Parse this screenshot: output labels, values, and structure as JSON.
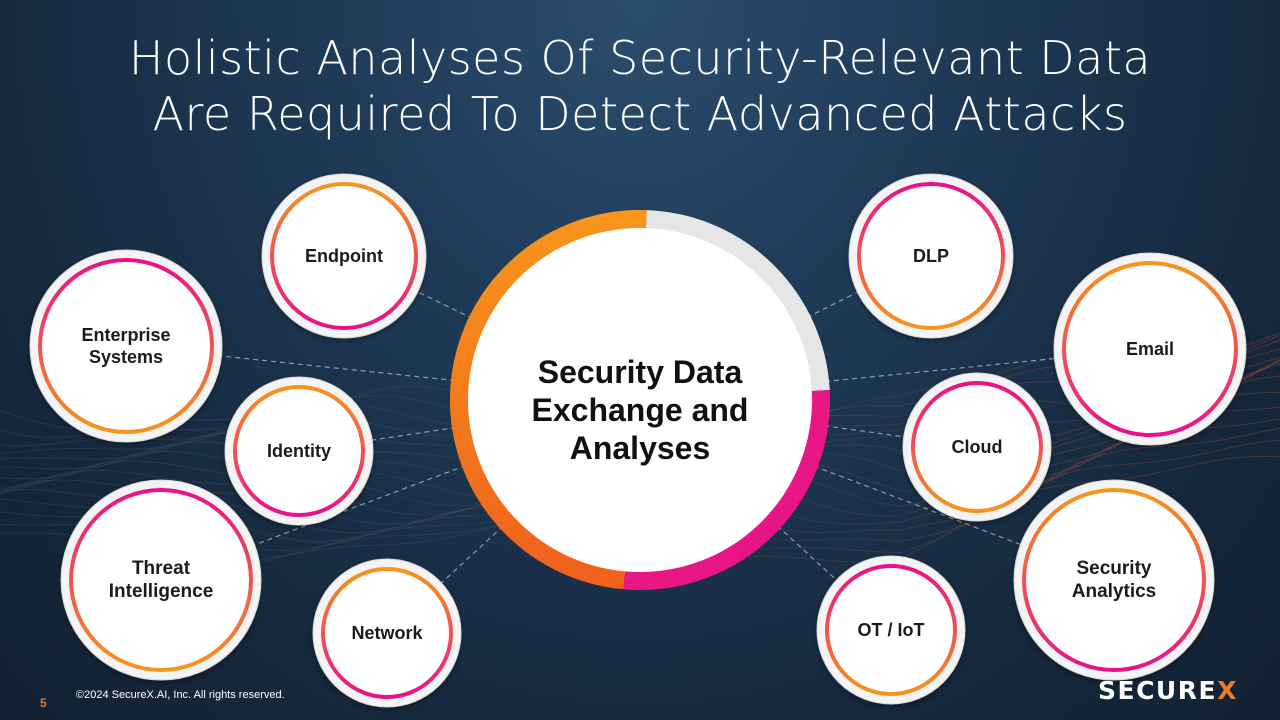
{
  "title": {
    "line1": "Holistic Analyses Of Security-Relevant Data",
    "line2": "Are Required To Detect Advanced Attacks"
  },
  "center": {
    "label": "Security Data\nExchange and\nAnalyses"
  },
  "nodes": [
    {
      "id": "endpoint",
      "label": "Endpoint"
    },
    {
      "id": "enterprise-systems",
      "label": "Enterprise\nSystems"
    },
    {
      "id": "identity",
      "label": "Identity"
    },
    {
      "id": "threat-intelligence",
      "label": "Threat\nIntelligence"
    },
    {
      "id": "network",
      "label": "Network"
    },
    {
      "id": "dlp",
      "label": "DLP"
    },
    {
      "id": "email",
      "label": "Email"
    },
    {
      "id": "cloud",
      "label": "Cloud"
    },
    {
      "id": "security-analytics",
      "label": "Security\nAnalytics"
    },
    {
      "id": "ot-iot",
      "label": "OT / IoT"
    }
  ],
  "footer": {
    "page_number": "5",
    "copyright": "©2024 SecureX.AI, Inc. All rights reserved.",
    "logo_main": "SECURE",
    "logo_accent": "X"
  },
  "colors": {
    "orange": "#f28a1e",
    "magenta": "#e8118a",
    "ring_gray": "#e6e6e6"
  }
}
